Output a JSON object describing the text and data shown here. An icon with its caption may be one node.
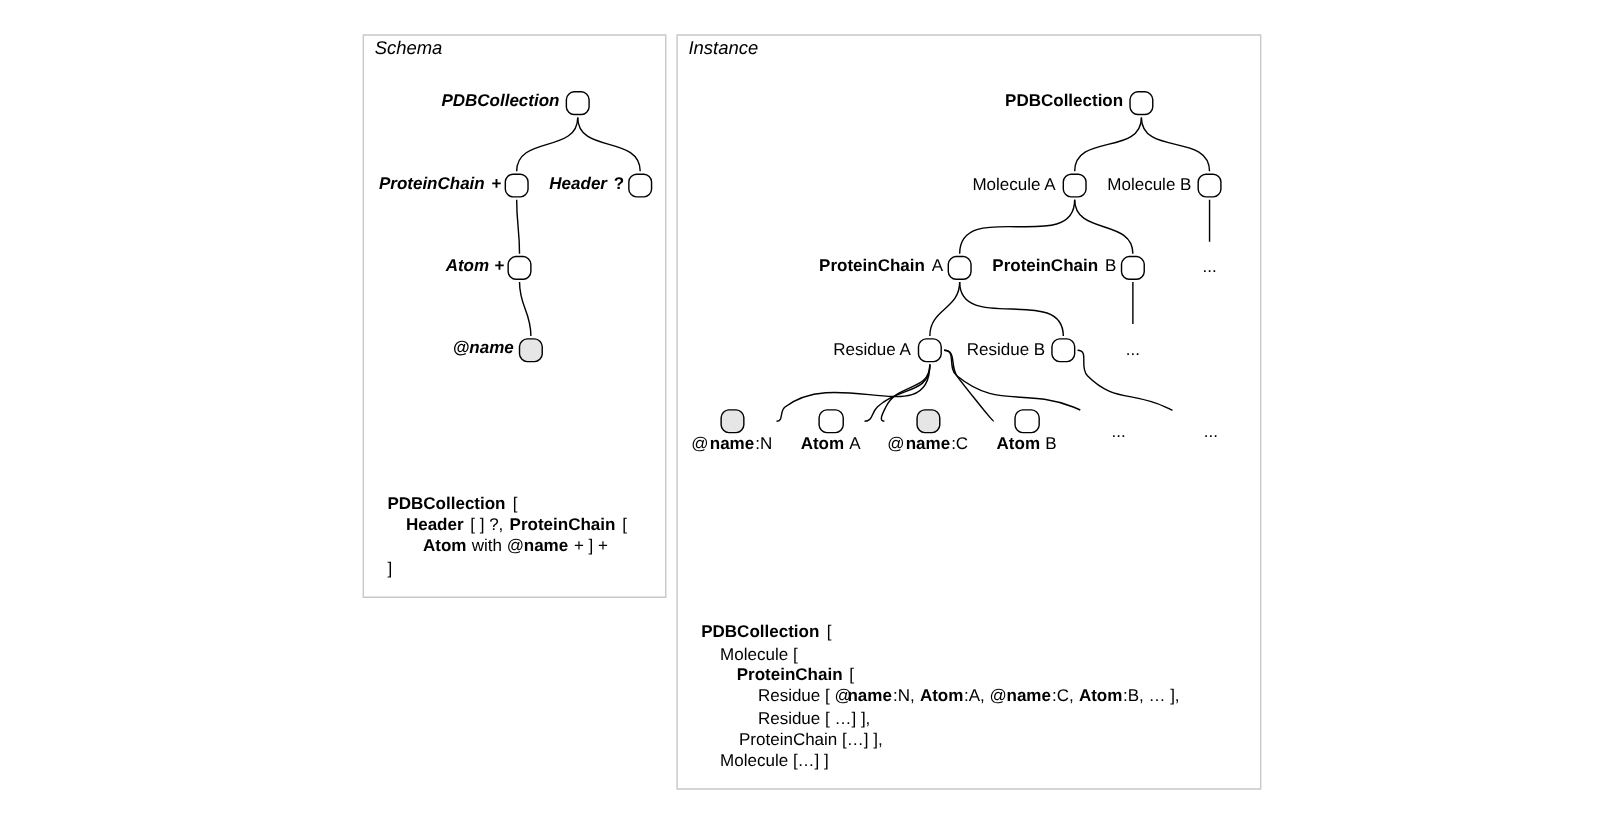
{
  "diagram": {
    "nodes": [
      {
        "text": [
          "Schema"
        ]
      },
      {
        "text": [],
        "shape": "circle",
        "beside": [
          "*PDBCollection*"
        ],
        "in": 0
      },
      {
        "text": [],
        "shape": "circle",
        "beside": [
          "*ProteinChain* +"
        ],
        "in": 0
      },
      {
        "text": [],
        "shape": "circle",
        "beside": [
          "*Header* ?"
        ],
        "in": 0
      },
      {
        "text": [],
        "shape": "circle",
        "beside": [
          "*Atom* +"
        ],
        "in": 0
      },
      {
        "text": [],
        "shape": "circle",
        "beside": [
          "*@name*"
        ],
        "in": 0
      },
      {
        "text": [
          "Instance"
        ]
      },
      {
        "text": [],
        "shape": "circle",
        "beside": [
          "**PDBCollection**"
        ],
        "in": 6
      },
      {
        "text": [],
        "shape": "circle",
        "beside": [
          "Molecule A"
        ],
        "in": 6
      },
      {
        "text": [],
        "shape": "circle",
        "beside": [
          "Molecule B"
        ],
        "in": 6
      },
      {
        "text": [
          "..."
        ],
        "in": 6
      },
      {
        "text": [],
        "shape": "circle",
        "beside": [
          "**ProteinChain** A"
        ],
        "in": 6
      },
      {
        "text": [],
        "shape": "circle",
        "beside": [
          "**ProteinChain** B"
        ],
        "in": 6
      },
      {
        "text": [
          "..."
        ],
        "in": 6
      },
      {
        "text": [],
        "shape": "circle",
        "beside": [
          "Residue A"
        ],
        "in": 6
      },
      {
        "text": [],
        "shape": "circle",
        "beside": [
          "Residue B"
        ],
        "in": 6
      },
      {
        "text": [
          "..."
        ],
        "in": 6
      },
      {
        "text": [],
        "shape": "circle",
        "beside": [
          "@**name**:N"
        ],
        "in": 6
      },
      {
        "text": [],
        "shape": "circle",
        "beside": [
          "**Atom** A"
        ],
        "in": 6
      },
      {
        "text": [],
        "shape": "circle",
        "beside": [
          "@**name**:C"
        ],
        "in": 6
      },
      {
        "text": [],
        "shape": "circle",
        "beside": [
          "**Atom** B"
        ],
        "in": 6
      },
      {
        "text": [
          "..."
        ],
        "in": 6
      }
    ],
    "edges": [
      {
        "from": 1,
        "to": 2,
        "arrow": "none"
      },
      {
        "from": 1,
        "to": 3,
        "arrow": "none"
      },
      {
        "from": 2,
        "to": 4,
        "arrow": "none"
      },
      {
        "from": 4,
        "to": 5,
        "arrow": "none"
      },
      {
        "from": 7,
        "to": 8,
        "arrow": "none"
      },
      {
        "from": 7,
        "to": 9,
        "arrow": "none"
      },
      {
        "from": 9,
        "to": 10,
        "arrow": "none"
      },
      {
        "from": 8,
        "to": 11,
        "arrow": "none"
      },
      {
        "from": 8,
        "to": 12,
        "arrow": "none"
      },
      {
        "from": 12,
        "to": 13,
        "arrow": "none"
      },
      {
        "from": 11,
        "to": 14,
        "arrow": "none"
      },
      {
        "from": 11,
        "to": 15,
        "arrow": "none"
      },
      {
        "from": 15,
        "to": 16,
        "arrow": "none"
      },
      {
        "from": 14,
        "to": 17,
        "arrow": "none"
      },
      {
        "from": 14,
        "to": 18,
        "arrow": "none"
      },
      {
        "from": 14,
        "to": 19,
        "arrow": "none"
      },
      {
        "from": 14,
        "to": 20,
        "arrow": "none"
      },
      {
        "from": 14,
        "to": 21,
        "arrow": "none"
      }
    ],
    "labels": [
      "**PDBCollection** [",
      "**Header** [ ] ?,  **ProteinChain** [",
      "**Atom** with @**name** + ] +",
      "]",
      "**PDBCollection** [",
      "Molecule [",
      "**ProteinChain** [",
      "Residue [ @**name**:N, **Atom**:A, @**name**:C, **Atom**:B, … ],",
      "Residue [ …] ],",
      "ProteinChain […] ],",
      "Molecule […] ]"
    ]
  }
}
